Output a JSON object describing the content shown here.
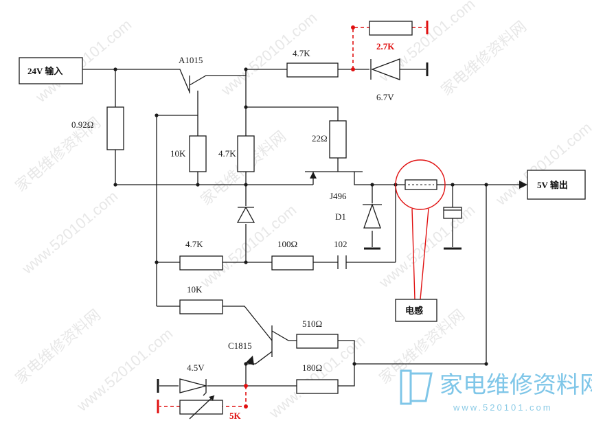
{
  "labels": {
    "input": "24V 输入",
    "output": "5V 输出",
    "inductor": "电感",
    "pnp": "A1015",
    "npn": "C1815",
    "fet": "J496",
    "diode_d1": "D1",
    "r_sense": "0.92Ω",
    "r_10k_top": "10K",
    "r_4k7_mid": "4.7K",
    "r_4k7_top": "4.7K",
    "r_22": "22Ω",
    "zener_top": "6.7V",
    "r_red_top": "2.7K",
    "r_4k7_low": "4.7K",
    "r_100": "100Ω",
    "cap_102": "102",
    "r_10k_low": "10K",
    "r_510": "510Ω",
    "r_180": "180Ω",
    "zener_low": "4.5V",
    "pot_red": "5K"
  },
  "watermark": {
    "text": "www.520101.com",
    "text_cn": "家电维修资料网"
  },
  "logo": {
    "cn": "家电维修资料网",
    "url": "www.520101.com"
  },
  "colors": {
    "wire": "#1a1a1a",
    "modification": "#e01010",
    "logo": "#7fc6e8"
  }
}
